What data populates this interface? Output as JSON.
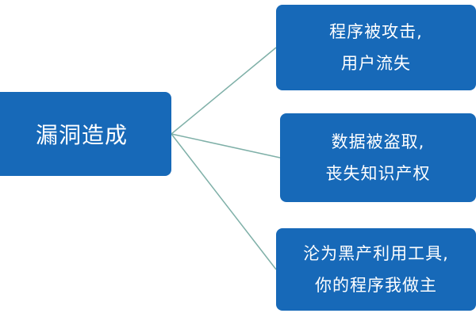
{
  "colors": {
    "box_fill": "#1769b8",
    "connector": "#7fb0a8"
  },
  "root": {
    "label": "漏洞造成"
  },
  "branches": [
    {
      "line1": "程序被攻击,",
      "line2": "用户流失"
    },
    {
      "line1": "数据被盗取,",
      "line2": "丧失知识产权"
    },
    {
      "line1": "沦为黑产利用工具,",
      "line2": "你的程序我做主"
    }
  ]
}
